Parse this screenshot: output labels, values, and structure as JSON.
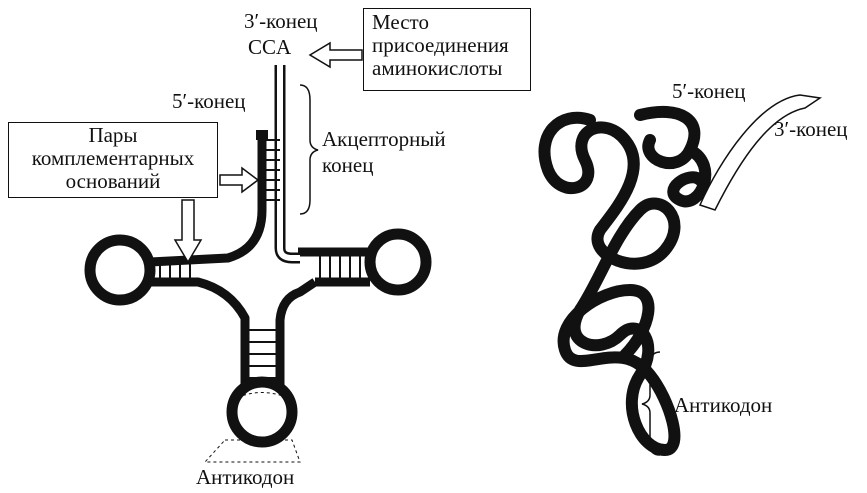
{
  "diagram": {
    "left": {
      "three_prime_end": "3′-конец",
      "cca": "CCA",
      "attachment_site": [
        "Место",
        "присоединения",
        "аминокислоты"
      ],
      "five_prime_end": "5′-конец",
      "base_pairs": [
        "Пары",
        "комплементарных",
        "оснований"
      ],
      "acceptor_end": [
        "Акцепторный",
        "конец"
      ],
      "anticodon": "Антикодон"
    },
    "right": {
      "five_prime_end": "5′-конец",
      "three_prime_end": "3′-конец",
      "anticodon": "Антикодон"
    }
  }
}
